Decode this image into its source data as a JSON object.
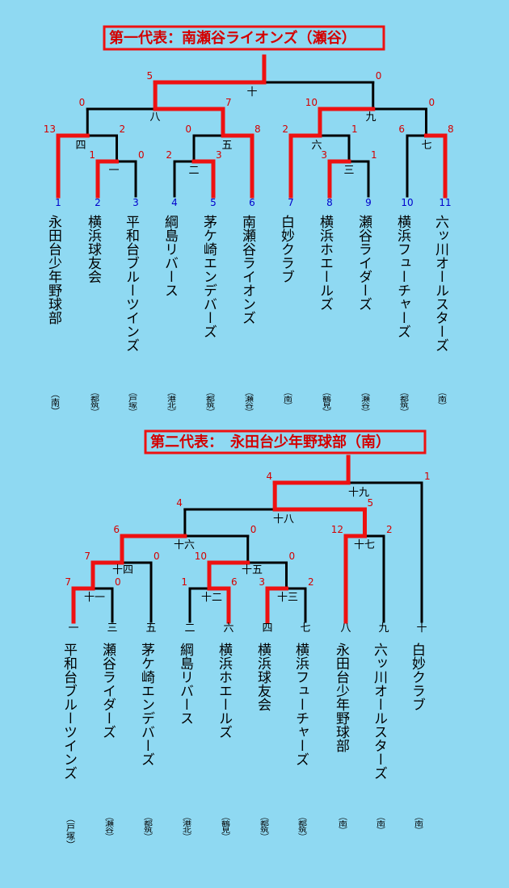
{
  "colors": {
    "background": "#8fd9f2",
    "win": "#ee1111",
    "lose": "#000000",
    "score": "#d40000",
    "seed": "#0000cc"
  },
  "brackets": [
    {
      "title": "第一代表：南瀬谷ライオンズ（瀬谷）",
      "teams": [
        {
          "seed": "1",
          "name": "永田台少年野球部",
          "area": "（南）"
        },
        {
          "seed": "2",
          "name": "横浜球友会",
          "area": "（都筑）"
        },
        {
          "seed": "3",
          "name": "平和台ブルーツインズ",
          "area": "（戸塚）"
        },
        {
          "seed": "4",
          "name": "綱島リバース",
          "area": "（港北）"
        },
        {
          "seed": "5",
          "name": "茅ケ崎エンデバーズ",
          "area": "（都筑）"
        },
        {
          "seed": "6",
          "name": "南瀬谷ライオンズ",
          "area": "（瀬谷）"
        },
        {
          "seed": "7",
          "name": "白妙クラブ",
          "area": "（南）"
        },
        {
          "seed": "8",
          "name": "横浜ホエールズ",
          "area": "（鶴見）"
        },
        {
          "seed": "9",
          "name": "瀬谷ライダーズ",
          "area": "（瀬谷）"
        },
        {
          "seed": "10",
          "name": "横浜フューチャーズ",
          "area": "（都筑）"
        },
        {
          "seed": "11",
          "name": "六ッ川オールスターズ",
          "area": "（南）"
        }
      ],
      "matches": [
        {
          "round": "一",
          "scores": [
            "1",
            "0"
          ]
        },
        {
          "round": "四",
          "scores": [
            "13",
            "2"
          ]
        },
        {
          "round": "二",
          "scores": [
            "2",
            "3"
          ]
        },
        {
          "round": "五",
          "scores": [
            "0",
            "8"
          ]
        },
        {
          "round": "八",
          "scores": [
            "0",
            "7"
          ]
        },
        {
          "round": "三",
          "scores": [
            "3",
            "1"
          ]
        },
        {
          "round": "六",
          "scores": [
            "2",
            "1"
          ]
        },
        {
          "round": "七",
          "scores": [
            "6",
            "8"
          ]
        },
        {
          "round": "九",
          "scores": [
            "10",
            "0"
          ]
        },
        {
          "round": "十",
          "scores": [
            "5",
            "0"
          ]
        }
      ]
    },
    {
      "title": "第二代表：　永田台少年野球部（南）",
      "teams": [
        {
          "seed": "一",
          "name": "平和台ブルーツインズ",
          "area": "（戸塚）"
        },
        {
          "seed": "三",
          "name": "瀬谷ライダーズ",
          "area": "（瀬谷）"
        },
        {
          "seed": "五",
          "name": "茅ケ崎エンデバーズ",
          "area": "（都筑）"
        },
        {
          "seed": "二",
          "name": "綱島リバース",
          "area": "（港北）"
        },
        {
          "seed": "六",
          "name": "横浜ホエールズ",
          "area": "（鶴見）"
        },
        {
          "seed": "四",
          "name": "横浜球友会",
          "area": "（都筑）"
        },
        {
          "seed": "七",
          "name": "横浜フューチャーズ",
          "area": "（都筑）"
        },
        {
          "seed": "八",
          "name": "永田台少年野球部",
          "area": "（南）"
        },
        {
          "seed": "九",
          "name": "六ッ川オールスターズ",
          "area": "（南）"
        },
        {
          "seed": "十",
          "name": "白妙クラブ",
          "area": "（南）"
        }
      ],
      "matches": [
        {
          "round": "十一",
          "scores": [
            "7",
            "0"
          ]
        },
        {
          "round": "十四",
          "scores": [
            "7",
            "0"
          ]
        },
        {
          "round": "十二",
          "scores": [
            "1",
            "6"
          ]
        },
        {
          "round": "十三",
          "scores": [
            "3",
            "2"
          ]
        },
        {
          "round": "十五",
          "scores": [
            "10",
            "0"
          ]
        },
        {
          "round": "十六",
          "scores": [
            "6",
            "0"
          ]
        },
        {
          "round": "十七",
          "scores": [
            "12",
            "2"
          ]
        },
        {
          "round": "十八",
          "scores": [
            "4",
            "5"
          ]
        },
        {
          "round": "十九",
          "scores": [
            "4",
            "1"
          ]
        }
      ]
    }
  ]
}
